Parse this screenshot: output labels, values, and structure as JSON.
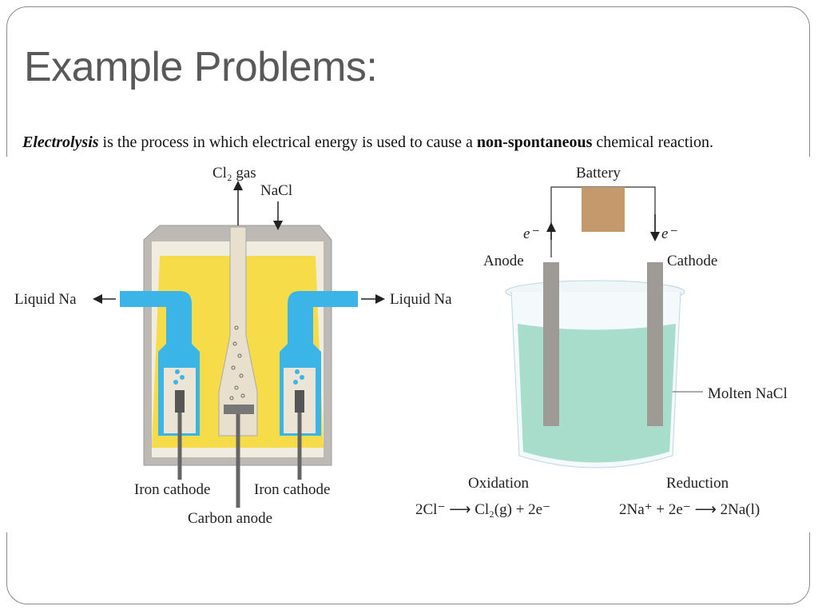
{
  "slide": {
    "title": "Example Problems:",
    "body": {
      "term": "Electrolysis",
      "text_before_bold": " is the process in which electrical energy is used to cause a ",
      "bold": "non-spontaneous",
      "text_after_bold": " chemical reaction."
    }
  },
  "left_diagram": {
    "cl2_gas": "Cl₂ gas",
    "nacl": "NaCl",
    "liquid_na_left": "Liquid Na",
    "liquid_na_right": "Liquid Na",
    "iron_cathode_left": "Iron cathode",
    "iron_cathode_right": "Iron cathode",
    "carbon_anode": "Carbon anode"
  },
  "right_diagram": {
    "battery": "Battery",
    "electron_left": "e⁻",
    "electron_right": "e⁻",
    "anode": "Anode",
    "cathode": "Cathode",
    "molten_nacl": "Molten NaCl",
    "oxidation": "Oxidation",
    "reduction": "Reduction",
    "oxidation_eq": "2Cl⁻ ⟶ Cl₂(g) + 2e⁻",
    "reduction_eq": "2Na⁺ + 2e⁻ ⟶ 2Na(l)"
  },
  "colors": {
    "yellow": "#f7dc4a",
    "blue": "#3bb4e8",
    "solution": "#a8dccb",
    "battery": "#c49a6c"
  }
}
